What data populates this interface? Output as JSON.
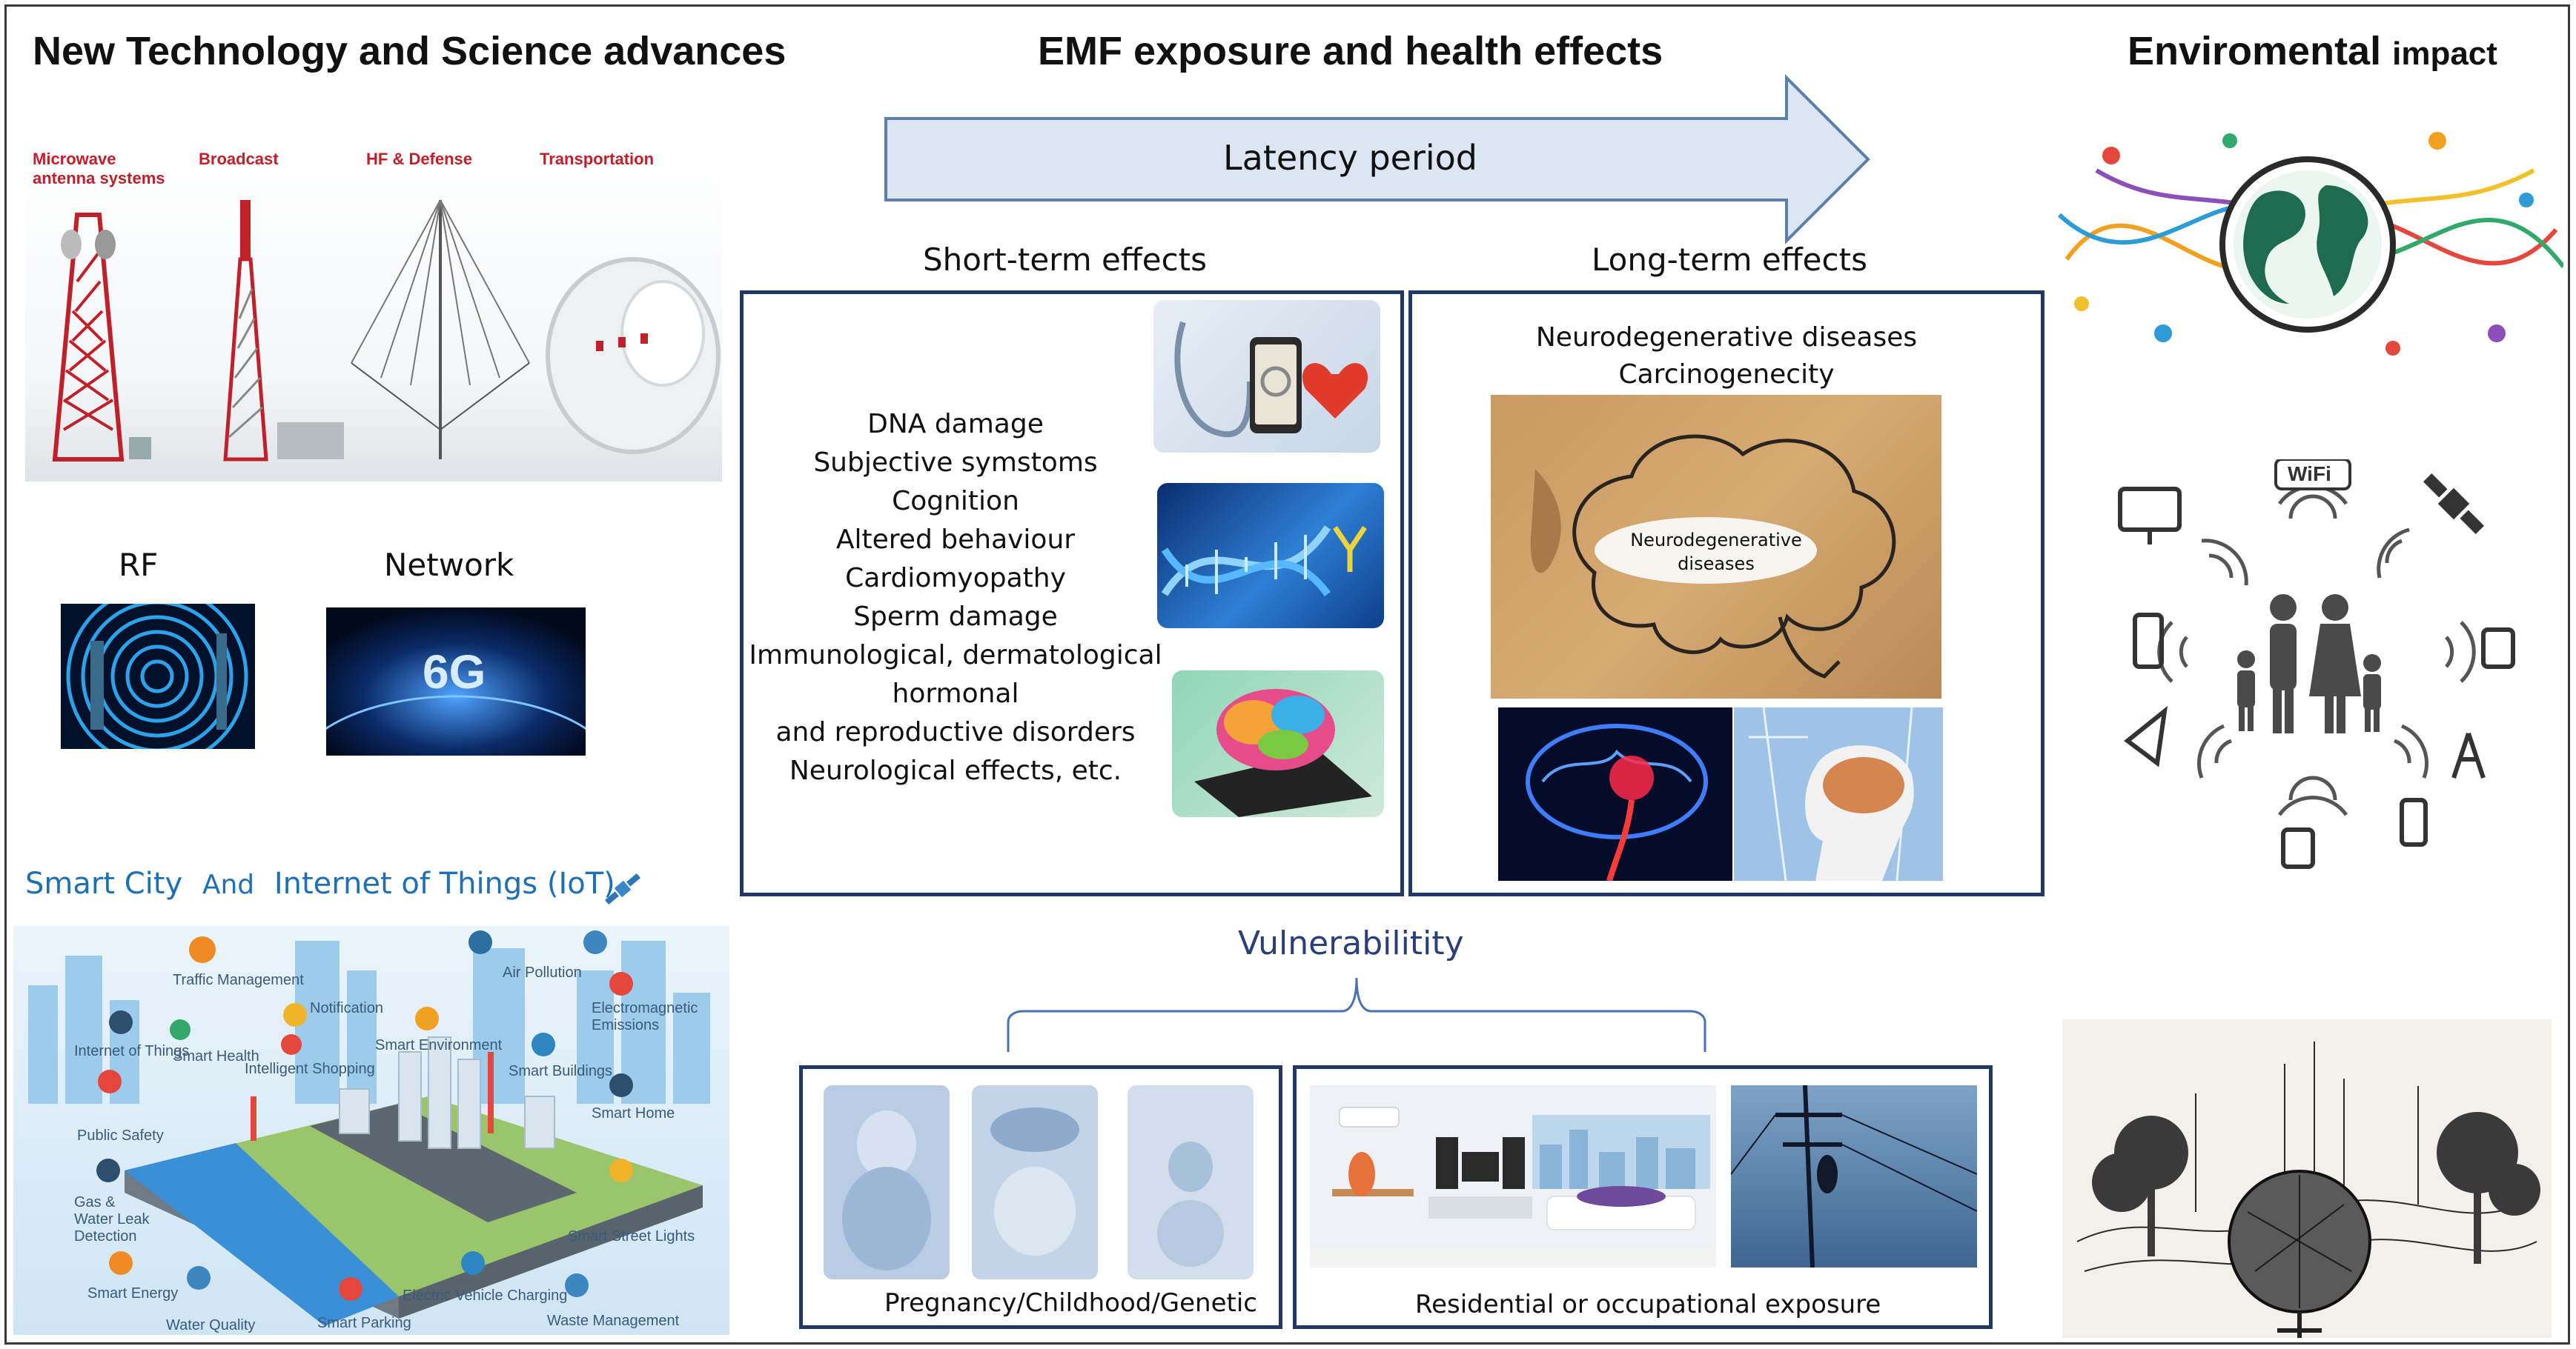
{
  "headers": {
    "left": "New Technology and Science advances",
    "center": "EMF exposure and health effects",
    "right_main": "Enviromental",
    "right_small": "impact"
  },
  "latency": "Latency period",
  "towers": {
    "microwave": "Microwave antenna systems",
    "broadcast": "Broadcast",
    "hf": "HF & Defense",
    "transport": "Transportation"
  },
  "rf": "RF",
  "network": "Network",
  "sixg": "6G",
  "smart_city": {
    "a": "Smart City",
    "and": "And",
    "b": "Internet of Things (IoT)"
  },
  "iot_labels": {
    "traffic": "Traffic Management",
    "notify": "Notification",
    "air": "Air Pollution",
    "emission": "Electromagnetic Emissions",
    "things": "Internet of Things",
    "health": "Smart Health",
    "shopping": "Intelligent Shopping",
    "environment": "Smart Environment",
    "buildings": "Smart Buildings",
    "safety": "Public Safety",
    "home": "Smart Home",
    "gas": "Gas & Water Leak Detection",
    "lights": "Smart Street Lights",
    "energy": "Smart Energy",
    "water": "Water Quality",
    "parking": "Smart Parking",
    "ev": "Electric Vehicle Charging",
    "waste": "Waste Management"
  },
  "short_term": {
    "title": "Short-term effects",
    "items": [
      "DNA damage",
      "Subjective symstoms",
      "Cognition",
      "Altered behaviour",
      "Cardiomyopathy",
      "Sperm  damage",
      "Immunological, dermatological",
      "hormonal",
      "and reproductive disorders",
      "Neurological effects, etc."
    ]
  },
  "long_term": {
    "title": "Long-term effects",
    "line1": "Neurodegenerative  diseases",
    "line2": "Carcinogenecity",
    "paper_label": "Neurodegenerative diseases"
  },
  "vulnerability": {
    "title": "Vulnerabilitity",
    "left_caption": "Pregnancy/Childhood/Genetic",
    "right_caption": "Residential or occupational exposure"
  },
  "wifi": "WiFi",
  "colors": {
    "arrow_fill": "#dce6f2",
    "arrow_stroke": "#5b7fa6",
    "box_border": "#1f3864",
    "accent_blue": "#1f6fb5",
    "tower_red": "#c0202a"
  }
}
